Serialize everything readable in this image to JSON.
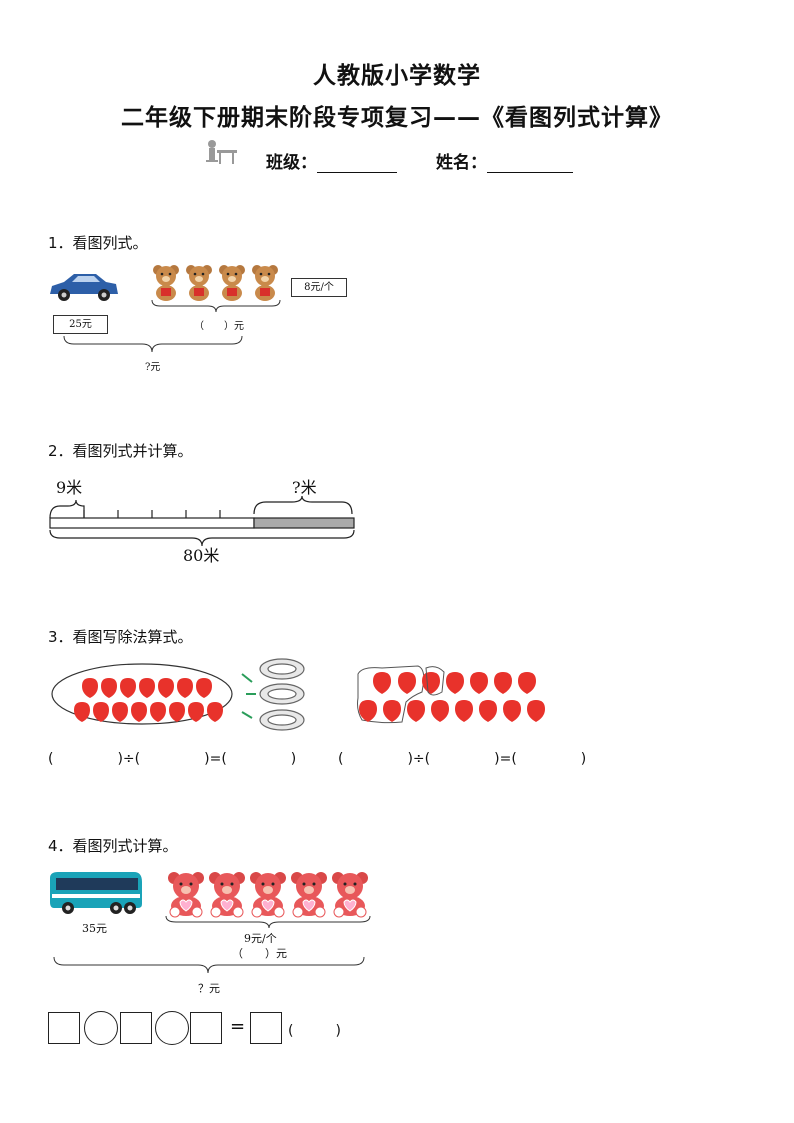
{
  "header": {
    "title_line1": "人教版小学数学",
    "title_line2": "二年级下册期末阶段专项复习——《看图列式计算》",
    "class_label": "班级：",
    "name_label": "姓名："
  },
  "q1": {
    "number": "1．",
    "prompt": "看图列式。",
    "car_price": "25元",
    "bear_price": "8元/个",
    "bears_total": "（　　）元",
    "total": "?元"
  },
  "q2": {
    "number": "2．",
    "prompt": "看图列式并计算。",
    "segment_label": "9米",
    "unknown_label": "?米",
    "total_label": "80米"
  },
  "q3": {
    "number": "3．",
    "prompt": "看图写除法算式。",
    "equation_left": [
      "(",
      ")÷(",
      ")=(",
      ")"
    ],
    "equation_right": [
      "(",
      ")÷(",
      ")=(",
      ")"
    ]
  },
  "q4": {
    "number": "4．",
    "prompt": "看图列式计算。",
    "bus_price": "35元",
    "bear_price": "9元/个",
    "bears_total": "（　　）元",
    "total": "？元",
    "equals": "=",
    "answer_paren": "(　　　)"
  },
  "colors": {
    "strawberry": "#e8322b",
    "bear_brown": "#c98a4b",
    "bear_pink": "#e8585a",
    "bus_teal": "#1aa3b8",
    "car_blue": "#2d5fa8"
  }
}
